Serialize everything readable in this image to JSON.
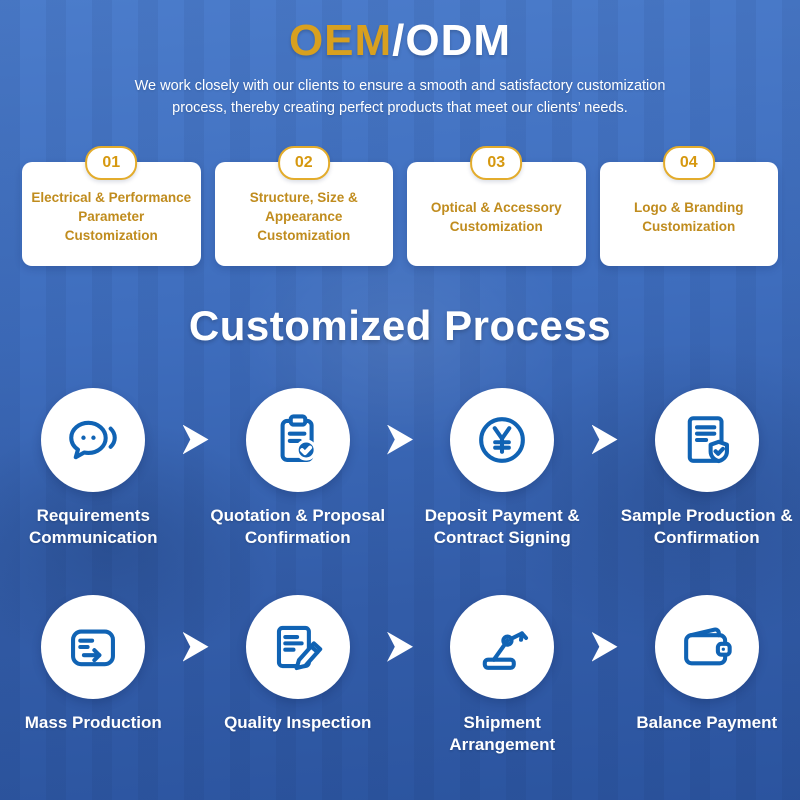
{
  "header": {
    "title_gold": "OEM",
    "title_rest": "/ODM",
    "subtitle": "We work closely with our clients to ensure a smooth and satisfactory customization process, thereby creating perfect products that meet our clients’ needs."
  },
  "cards": [
    {
      "number": "01",
      "label": "Electrical & Performance Parameter Customization"
    },
    {
      "number": "02",
      "label": "Structure, Size & Appearance Customization"
    },
    {
      "number": "03",
      "label": "Optical & Accessory Customization"
    },
    {
      "number": "04",
      "label": "Logo & Branding Customization"
    }
  ],
  "process": {
    "title": "Customized Process",
    "rows": [
      [
        {
          "icon": "chat-icon",
          "label": "Requirements Communication"
        },
        {
          "icon": "clipboard-check-icon",
          "label": "Quotation & Proposal Confirmation"
        },
        {
          "icon": "yen-coin-icon",
          "label": "Deposit Payment & Contract Signing"
        },
        {
          "icon": "document-shield-icon",
          "label": "Sample Production & Confirmation"
        }
      ],
      [
        {
          "icon": "production-box-icon",
          "label": "Mass Production"
        },
        {
          "icon": "document-pencil-icon",
          "label": "Quality Inspection"
        },
        {
          "icon": "robot-arm-icon",
          "label": "Shipment Arrangement"
        },
        {
          "icon": "wallet-icon",
          "label": "Balance Payment"
        }
      ]
    ]
  },
  "colors": {
    "accent_gold": "#d8a01f",
    "card_text_gold": "#c08c1e",
    "icon_blue": "#1063b4",
    "background_blue": "#3e6dbd",
    "text_white": "#ffffff"
  }
}
